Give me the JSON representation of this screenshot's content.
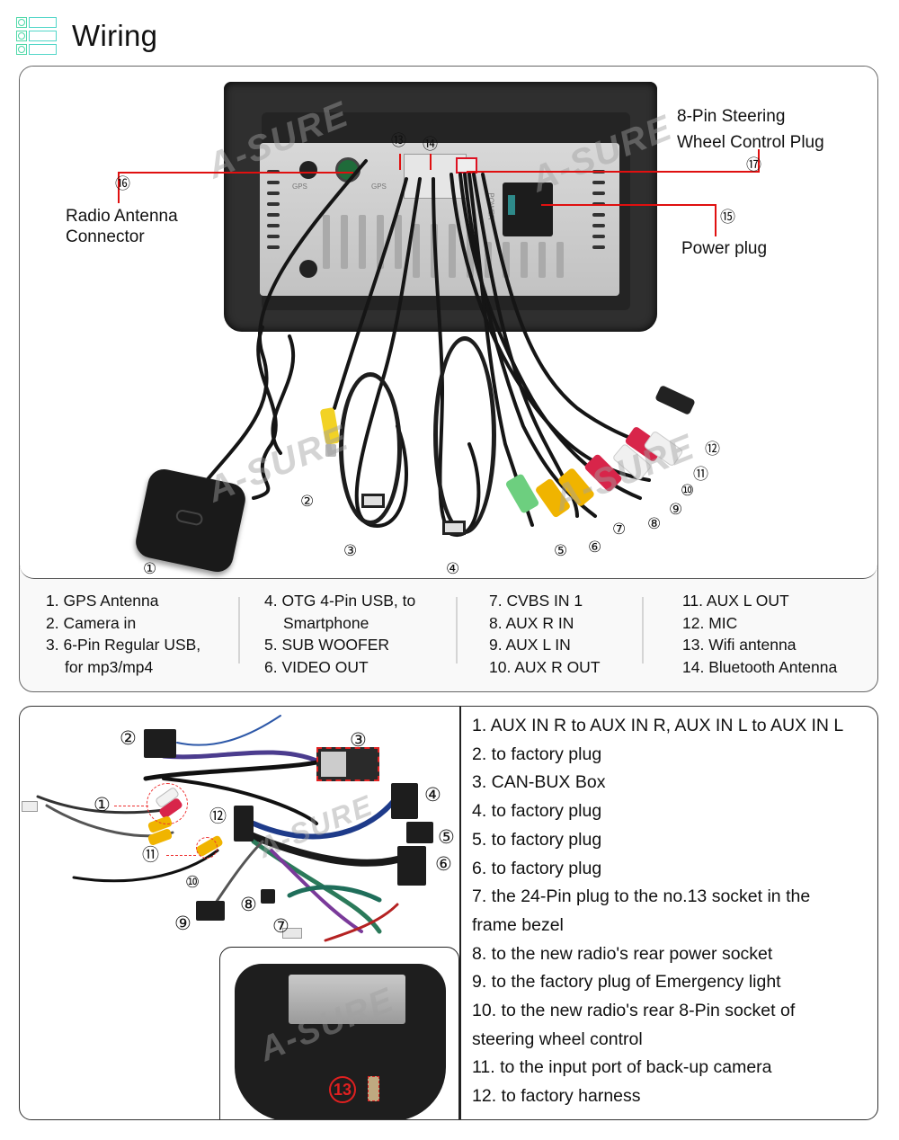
{
  "header": {
    "title": "Wiring",
    "icon": "list-icon"
  },
  "diagram1": {
    "callouts": {
      "radio_antenna": {
        "num": "⑯",
        "text_line1": "Radio Antenna",
        "text_line2": "Connector"
      },
      "steering": {
        "num": "⑰",
        "text_line1": "8-Pin Steering",
        "text_line2": "Wheel Control Plug"
      },
      "power": {
        "num": "⑮",
        "text": "Power plug"
      },
      "wifi": {
        "num": "⑬"
      },
      "bluetooth": {
        "num": "⑭"
      }
    },
    "port_labels": {
      "gps1": "GPS",
      "gps2": "GPS",
      "power": "POWER"
    },
    "numbers": [
      "①",
      "②",
      "③",
      "④",
      "⑤",
      "⑥",
      "⑦",
      "⑧",
      "⑨",
      "⑩",
      "⑪",
      "⑫"
    ],
    "watermark": "A-SURE"
  },
  "legend": {
    "col1": [
      "1. GPS Antenna",
      "2. Camera in",
      "3. 6-Pin Regular USB,",
      "for mp3/mp4"
    ],
    "col2": [
      "4. OTG 4-Pin USB, to",
      "Smartphone",
      "5. SUB WOOFER",
      "6. VIDEO OUT"
    ],
    "col3": [
      "7. CVBS IN 1",
      "8. AUX R IN",
      "9. AUX L IN",
      "10. AUX R OUT"
    ],
    "col4": [
      "11. AUX L OUT",
      "12. MIC",
      "13. Wifi antenna",
      "14. Bluetooth Antenna"
    ]
  },
  "diagram2": {
    "numbers": [
      "①",
      "②",
      "③",
      "④",
      "⑤",
      "⑥",
      "⑦",
      "⑧",
      "⑨",
      "⑩",
      "⑪",
      "⑫"
    ],
    "bezel_num": "13",
    "watermark": "A-SURE"
  },
  "harness_list": [
    "1. AUX IN R to AUX IN R, AUX IN L to AUX IN L",
    "2. to factory plug",
    "3. CAN-BUX Box",
    "4. to factory plug",
    "5. to factory plug",
    "6. to factory plug",
    "7. the 24-Pin plug to the no.13 socket in the",
    "frame bezel",
    "8. to the new radio's rear power socket",
    "9. to the factory plug of Emergency light",
    "10. to the new radio's rear 8-Pin socket of",
    "steering wheel control",
    "11. to the input port of back-up camera",
    "12. to factory harness"
  ],
  "colors": {
    "accent_icon": "#4fd8a8",
    "callout_red": "#e01010",
    "rca_red": "#d8254a",
    "rca_yellow": "#f0b400",
    "rca_green": "#6dcf7f",
    "rca_white": "#f0f0f0"
  }
}
